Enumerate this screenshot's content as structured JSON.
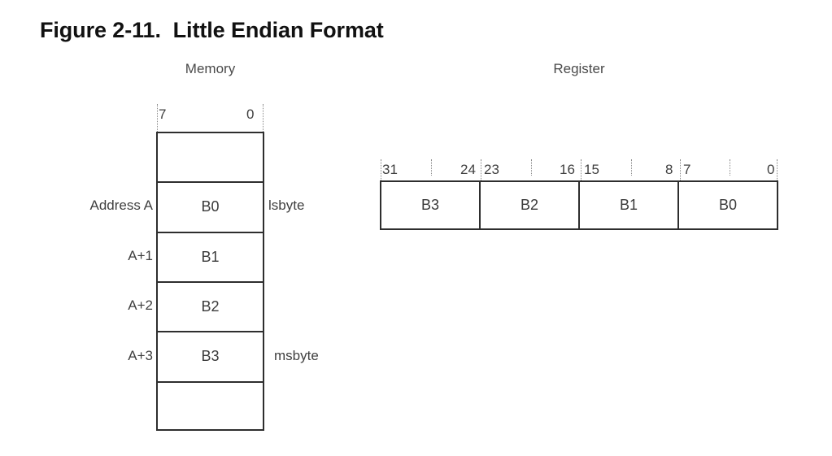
{
  "figure": {
    "title": "Figure 2-11.  Little Endian Format"
  },
  "memory": {
    "caption": "Memory",
    "bit_high": "7",
    "bit_low": "0",
    "cells": [
      {
        "label": ""
      },
      {
        "label": "B0"
      },
      {
        "label": "B1"
      },
      {
        "label": "B2"
      },
      {
        "label": "B3"
      },
      {
        "label": ""
      }
    ],
    "address_labels": [
      {
        "text": "Address A"
      },
      {
        "text": "A+1"
      },
      {
        "text": "A+2"
      },
      {
        "text": "A+3"
      }
    ],
    "side_labels": [
      {
        "text": "lsbyte"
      },
      {
        "text": "msbyte"
      }
    ]
  },
  "register": {
    "caption": "Register",
    "bit_labels": [
      "31",
      "24",
      "23",
      "16",
      "15",
      "8",
      "7",
      "0"
    ],
    "cells": [
      {
        "label": "B3"
      },
      {
        "label": "B2"
      },
      {
        "label": "B1"
      },
      {
        "label": "B0"
      }
    ]
  },
  "colors": {
    "border": "#2e2e2e",
    "text": "#3f3f3f",
    "title": "#111111",
    "tick": "#8a8a8a",
    "background": "#ffffff"
  }
}
